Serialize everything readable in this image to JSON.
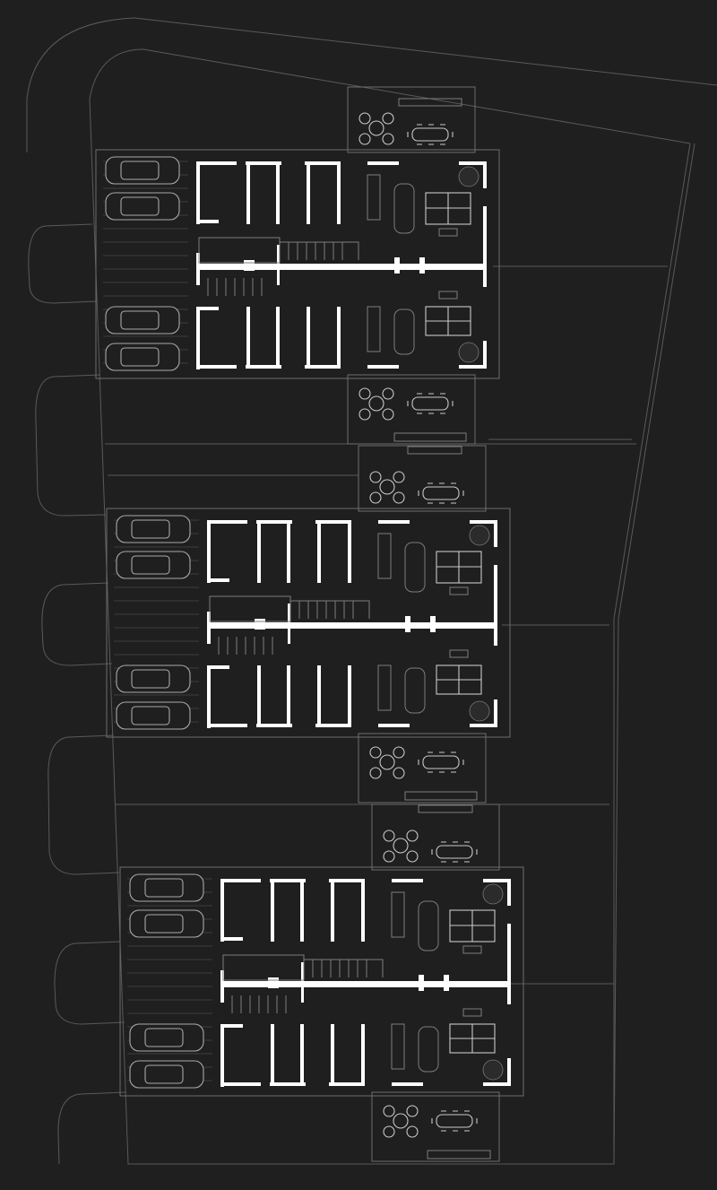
{
  "drawing": {
    "kind": "site-floor-plan",
    "theme": {
      "background": "#1f1f1f",
      "walls": "#ffffff",
      "lines": "#5a5a5a",
      "furniture": "#c8c8c8"
    },
    "buildings": [
      {
        "id": "block-1",
        "units": 2,
        "parking_spaces": 4
      },
      {
        "id": "block-2",
        "units": 2,
        "parking_spaces": 4
      },
      {
        "id": "block-3",
        "units": 2,
        "parking_spaces": 4
      }
    ],
    "icons": [
      "car-icon",
      "dining-table-icon",
      "lounge-chairs-icon",
      "tree-icon",
      "stair-icon"
    ]
  }
}
